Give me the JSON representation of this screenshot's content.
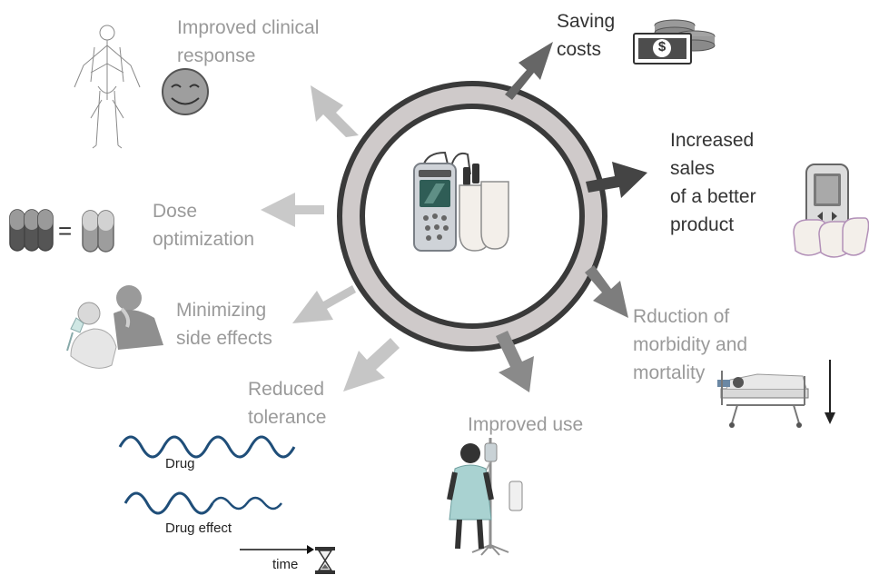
{
  "outcomes": {
    "clinical_response": [
      "Improved clinical",
      "response"
    ],
    "dose": [
      "Dose",
      "optimization"
    ],
    "side_effects": [
      "Minimizing",
      "side effects"
    ],
    "tolerance": [
      "Reduced",
      "tolerance"
    ],
    "use": [
      "Improved use"
    ],
    "morbidity": [
      "Rduction of",
      "morbidity and",
      "mortality"
    ],
    "sales": [
      "Increased",
      "sales",
      "of a better",
      "product"
    ],
    "costs": [
      "Saving",
      "costs"
    ]
  },
  "wave_legend": {
    "drug": "Drug",
    "drug_effect": "Drug effect",
    "time": "time"
  },
  "dose_equation": "=",
  "currency_symbol": "$",
  "colors": {
    "grey_text": "#9a9a9a",
    "dark_text": "#333333",
    "ring": "#cfcaca",
    "wave": "#1f4e79",
    "dark_arrow": "#555555",
    "light_arrow": "#c4c4c4"
  }
}
